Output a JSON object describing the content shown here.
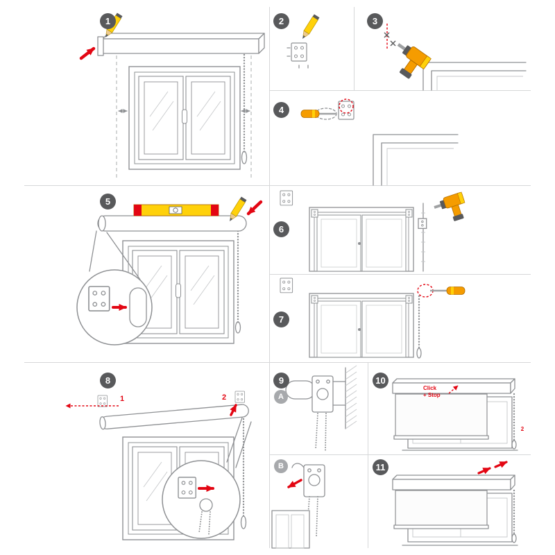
{
  "colors": {
    "background": "#ffffff",
    "badge": "#58595b",
    "sub_badge": "#a7a9ac",
    "line": "#8e9093",
    "line_light": "#c4c6c8",
    "divider": "#d6d7d8",
    "red": "#e30613",
    "yellow": "#ffd10a",
    "orange": "#f59c00"
  },
  "steps": {
    "step1": {
      "badge": "1"
    },
    "step2": {
      "badge": "2"
    },
    "step3": {
      "badge": "3"
    },
    "step4": {
      "badge": "4"
    },
    "step5": {
      "badge": "5"
    },
    "step6": {
      "badge": "6"
    },
    "step7": {
      "badge": "7"
    },
    "step8": {
      "badge": "8",
      "label_1": "1",
      "label_2": "2"
    },
    "step9": {
      "badge": "9",
      "sub_a": "A",
      "sub_b": "B"
    },
    "step10": {
      "badge": "10",
      "click_stop": "Click\n+ Stop",
      "label_2": "2"
    },
    "step11": {
      "badge": "11"
    }
  }
}
